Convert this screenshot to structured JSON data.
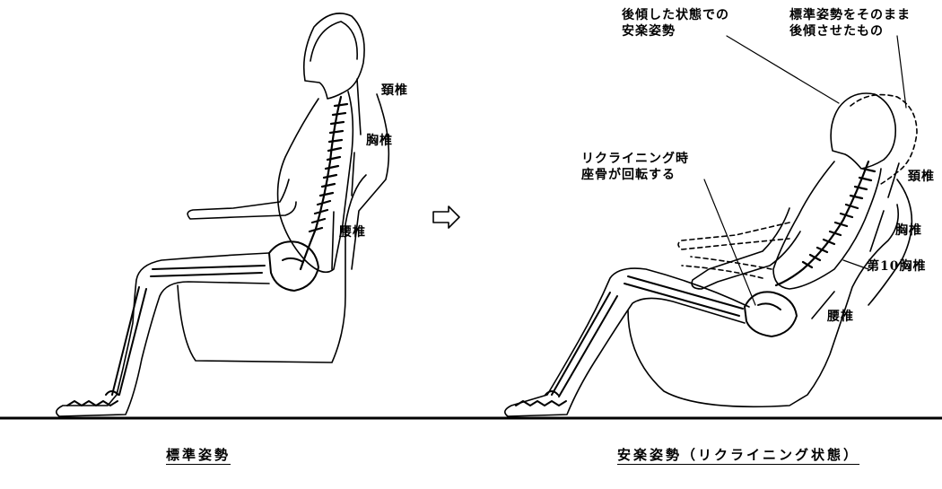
{
  "left_figure": {
    "labels": {
      "cervical": "頚椎",
      "thoracic": "胸椎",
      "lumbar": "腰椎"
    },
    "caption": "標準姿勢"
  },
  "arrow_symbol": "⇨",
  "right_figure": {
    "labels": {
      "relaxed_line1": "後傾した状態での",
      "relaxed_line2": "安楽姿勢",
      "tilted_line1": "標準姿勢をそのまま",
      "tilted_line2": "後傾させたもの",
      "pelvis_line1": "リクライニング時",
      "pelvis_line2": "座骨が回転する",
      "cervical": "頚椎",
      "thoracic": "胸椎",
      "t10": "第10胸椎",
      "lumbar": "腰椎"
    },
    "caption": "安楽姿勢（リクライニング状態）"
  }
}
